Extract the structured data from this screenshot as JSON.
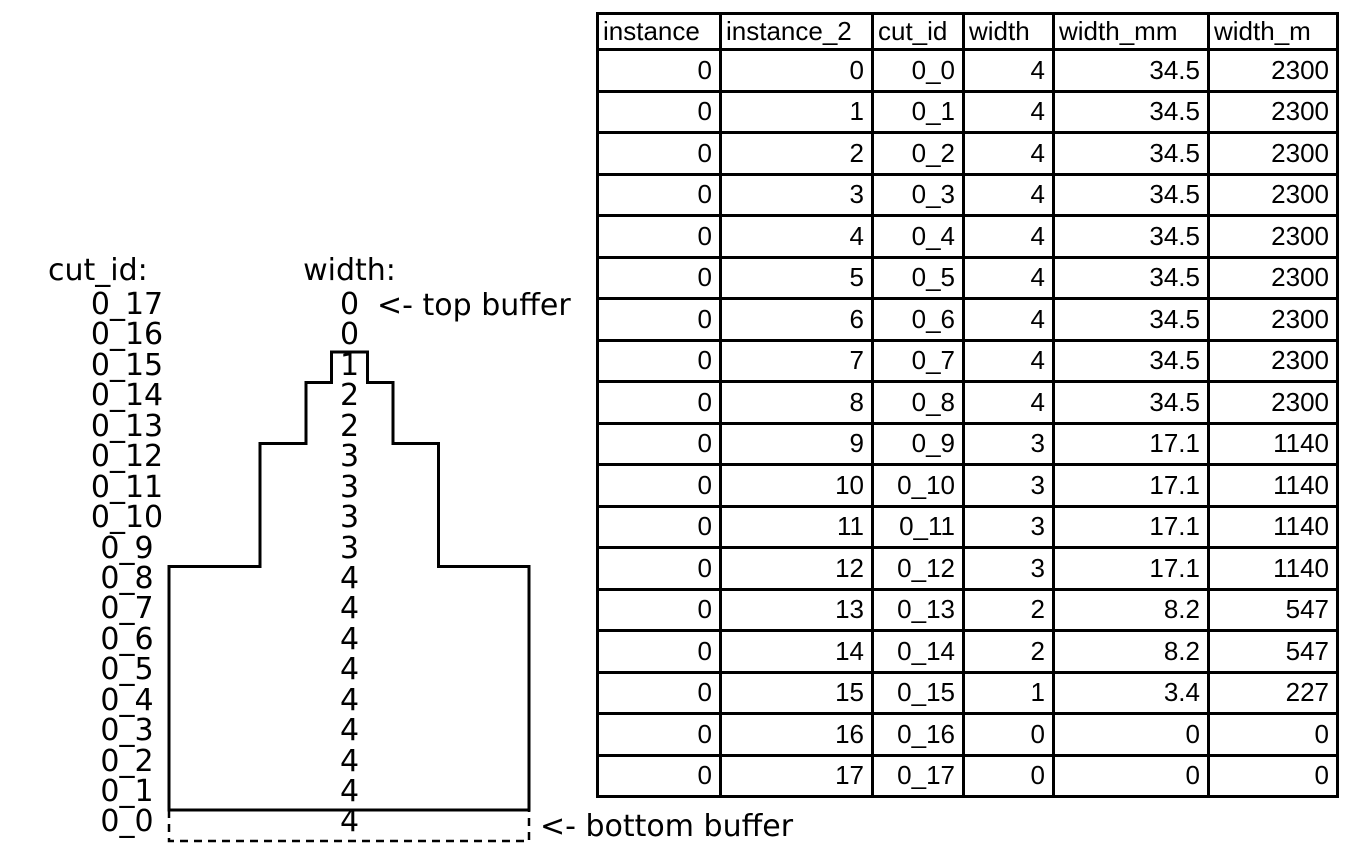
{
  "diagram": {
    "cut_id_header": "cut_id:",
    "width_header": "width:",
    "top_buffer_label": "<- top buffer",
    "bottom_buffer_label": "<- bottom buffer",
    "rows": [
      {
        "cut_id": "0_17",
        "width": "0"
      },
      {
        "cut_id": "0_16",
        "width": "0"
      },
      {
        "cut_id": "0_15",
        "width": "1"
      },
      {
        "cut_id": "0_14",
        "width": "2"
      },
      {
        "cut_id": "0_13",
        "width": "2"
      },
      {
        "cut_id": "0_12",
        "width": "3"
      },
      {
        "cut_id": "0_11",
        "width": "3"
      },
      {
        "cut_id": "0_10",
        "width": "3"
      },
      {
        "cut_id": "0_9",
        "width": "3"
      },
      {
        "cut_id": "0_8",
        "width": "4"
      },
      {
        "cut_id": "0_7",
        "width": "4"
      },
      {
        "cut_id": "0_6",
        "width": "4"
      },
      {
        "cut_id": "0_5",
        "width": "4"
      },
      {
        "cut_id": "0_4",
        "width": "4"
      },
      {
        "cut_id": "0_3",
        "width": "4"
      },
      {
        "cut_id": "0_2",
        "width": "4"
      },
      {
        "cut_id": "0_1",
        "width": "4"
      },
      {
        "cut_id": "0_0",
        "width": "4"
      }
    ]
  },
  "table": {
    "columns": [
      "instance",
      "instance_2",
      "cut_id",
      "width",
      "width_mm",
      "width_m"
    ],
    "rows": [
      [
        "0",
        "0",
        "0_0",
        "4",
        "34.5",
        "2300"
      ],
      [
        "0",
        "1",
        "0_1",
        "4",
        "34.5",
        "2300"
      ],
      [
        "0",
        "2",
        "0_2",
        "4",
        "34.5",
        "2300"
      ],
      [
        "0",
        "3",
        "0_3",
        "4",
        "34.5",
        "2300"
      ],
      [
        "0",
        "4",
        "0_4",
        "4",
        "34.5",
        "2300"
      ],
      [
        "0",
        "5",
        "0_5",
        "4",
        "34.5",
        "2300"
      ],
      [
        "0",
        "6",
        "0_6",
        "4",
        "34.5",
        "2300"
      ],
      [
        "0",
        "7",
        "0_7",
        "4",
        "34.5",
        "2300"
      ],
      [
        "0",
        "8",
        "0_8",
        "4",
        "34.5",
        "2300"
      ],
      [
        "0",
        "9",
        "0_9",
        "3",
        "17.1",
        "1140"
      ],
      [
        "0",
        "10",
        "0_10",
        "3",
        "17.1",
        "1140"
      ],
      [
        "0",
        "11",
        "0_11",
        "3",
        "17.1",
        "1140"
      ],
      [
        "0",
        "12",
        "0_12",
        "3",
        "17.1",
        "1140"
      ],
      [
        "0",
        "13",
        "0_13",
        "2",
        "8.2",
        "547"
      ],
      [
        "0",
        "14",
        "0_14",
        "2",
        "8.2",
        "547"
      ],
      [
        "0",
        "15",
        "0_15",
        "1",
        "3.4",
        "227"
      ],
      [
        "0",
        "16",
        "0_16",
        "0",
        "0",
        "0"
      ],
      [
        "0",
        "17",
        "0_17",
        "0",
        "0",
        "0"
      ]
    ]
  },
  "colors": {
    "ink": "#000000",
    "background": "#ffffff"
  }
}
